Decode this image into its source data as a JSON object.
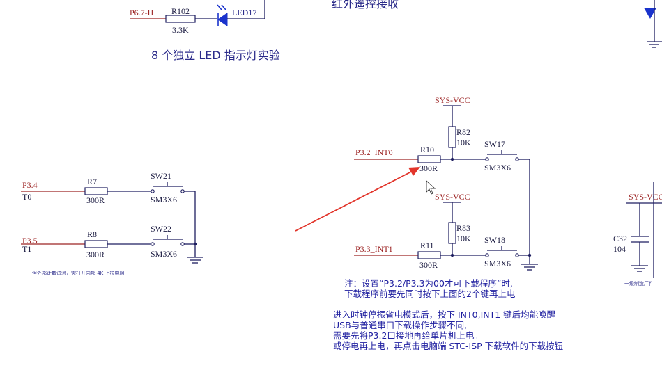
{
  "led_section": {
    "net": "P6.7-H",
    "resistor_ref": "R102",
    "resistor_value": "3.3K",
    "led_ref": "LED17",
    "caption": "8 个独立 LED 指示灯实验"
  },
  "ir_section": {
    "caption": "红外遥控接收"
  },
  "left_circuit": {
    "row1": {
      "net": "P3.4",
      "alt": "T0",
      "resistor_ref": "R7",
      "resistor_value": "300R",
      "switch_ref": "SW21",
      "switch_type": "SM3X6"
    },
    "row2": {
      "net": "P3.5",
      "alt": "T1",
      "resistor_ref": "R8",
      "resistor_value": "300R",
      "switch_ref": "SW22",
      "switch_type": "SM3X6"
    },
    "footnote": "但外部计数试验，需打开内部 4K 上拉电阻"
  },
  "mid_circuit": {
    "row1": {
      "net": "P3.2_INT0",
      "resistor_ref": "R10",
      "resistor_value": "300R",
      "pullup_label": "SYS-VCC",
      "pullup_ref": "R82",
      "pullup_value": "10K",
      "switch_ref": "SW17",
      "switch_type": "SM3X6"
    },
    "row2": {
      "net": "P3.3_INT1",
      "resistor_ref": "R11",
      "resistor_value": "300R",
      "pullup_label": "SYS-VCC",
      "pullup_ref": "R83",
      "pullup_value": "10K",
      "switch_ref": "SW18",
      "switch_type": "SM3X6"
    }
  },
  "notes": {
    "note1_line1": "注：设置“P3.2/P3.3为00才可下载程序”时,",
    "note1_line2": "下载程序前要先同时按下上面的2个键再上电",
    "note2_line1": "进入时钟停振省电模式后，按下 INT0,INT1 键后均能唤醒",
    "note2_line2": "USB与普通串口下载操作步骤不同,",
    "note2_line3": "需要先将P3.2口接地再给单片机上电。",
    "note2_line4": "或停电再上电，再点击电脑端 STC-ISP 下载软件的下载按钮"
  },
  "right_circuit": {
    "vcc_label": "SYS-VCC",
    "cap_ref": "C32",
    "cap_value": "104",
    "footnote": "一级制造厂件"
  },
  "colors": {
    "wire": "#1e1e60",
    "wire_red": "#9c2323",
    "led_blue": "#1a33cc",
    "annotation_arrow": "#e2352b"
  }
}
